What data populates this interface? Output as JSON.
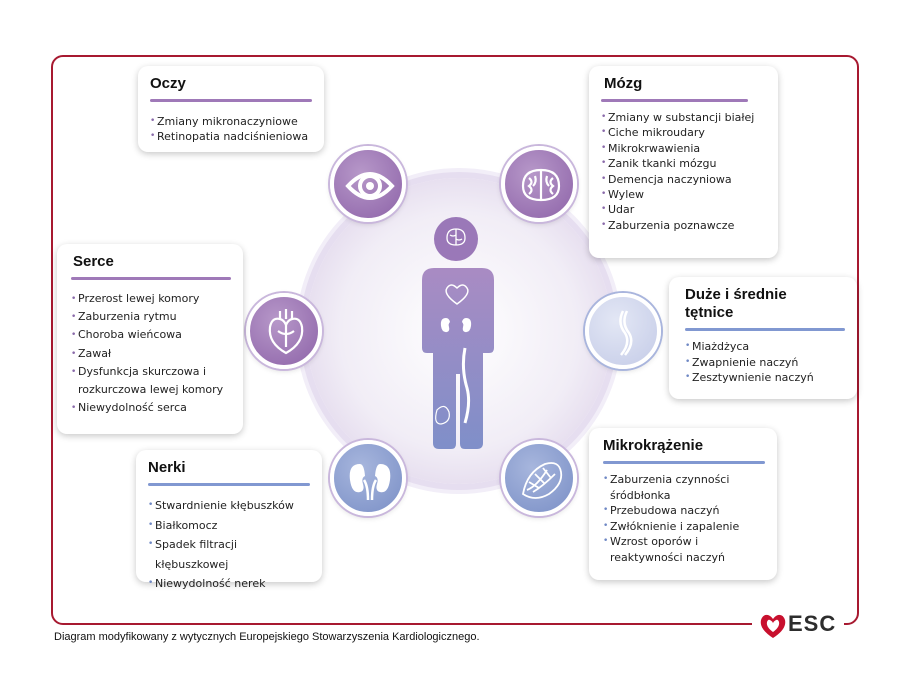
{
  "cards": {
    "oczy": {
      "title": "Oczy",
      "items": [
        "Zmiany mikronaczyniowe",
        "Retinopatia nadciśnieniowa"
      ]
    },
    "mozg": {
      "title": "Mózg",
      "items": [
        "Zmiany w substancji białej",
        "Ciche mikroudary",
        "Mikrokrwawienia",
        "Zanik tkanki mózgu",
        "Demencja naczyniowa",
        "Wylew",
        "Udar",
        "Zaburzenia poznawcze"
      ]
    },
    "serce": {
      "title": "Serce",
      "items": [
        "Przerost lewej komory",
        "Zaburzenia rytmu",
        "Choroba wieńcowa",
        "Zawał",
        "Dysfunkcja skurczowa i",
        "rozkurczowa lewej komory",
        "Niewydolność serca"
      ]
    },
    "tetnice": {
      "title_line1": "Duże i średnie",
      "title_line2": "tętnice",
      "items": [
        "Miażdżyca",
        "Zwapnienie naczyń",
        "Zesztywnienie naczyń"
      ]
    },
    "nerki": {
      "title": "Nerki",
      "items": [
        "Stwardnienie kłębuszków",
        "Białkomocz",
        "Spadek filtracji kłębuszkowej",
        "Niewydolność nerek"
      ]
    },
    "mikro": {
      "title": "Mikrokrążenie",
      "items": [
        "Zaburzenia czynności",
        "śródbłonka",
        "Przebudowa naczyń",
        "Zwłóknienie i zapalenie",
        "Wzrost oporów i",
        "reaktywności naczyń"
      ]
    }
  },
  "icons": [
    "eye-icon",
    "brain-icon",
    "heart-icon",
    "artery-icon",
    "kidneys-icon",
    "microcirculation-icon",
    "human-body-icon"
  ],
  "colors": {
    "frame": "#a71930",
    "purple": "#9f79b8",
    "blue": "#8198d1",
    "esc_red": "#c8102e"
  },
  "caption": "Diagram modyfikowany z wytycznych Europejskiego Stowarzyszenia Kardiologicznego.",
  "logo": "ESC"
}
